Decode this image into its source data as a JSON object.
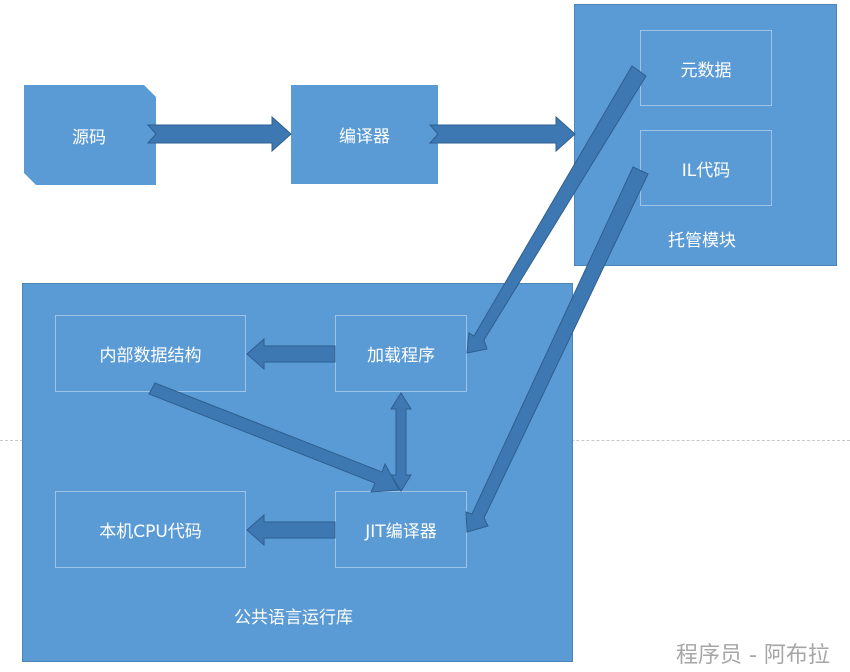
{
  "nodes": {
    "source": "源码",
    "compiler": "编译器",
    "metadata": "元数据",
    "il_code": "IL代码",
    "managed_module": "托管模块",
    "internal_data": "内部数据结构",
    "loader": "加载程序",
    "native_code": "本机CPU代码",
    "jit_compiler": "JIT编译器",
    "clr": "公共语言运行库"
  },
  "watermark": "程序员 - 阿布拉",
  "colors": {
    "box_fill": "#5b9bd5",
    "arrow_fill": "#3e78b2",
    "inner_border": "#9dc3e6"
  }
}
